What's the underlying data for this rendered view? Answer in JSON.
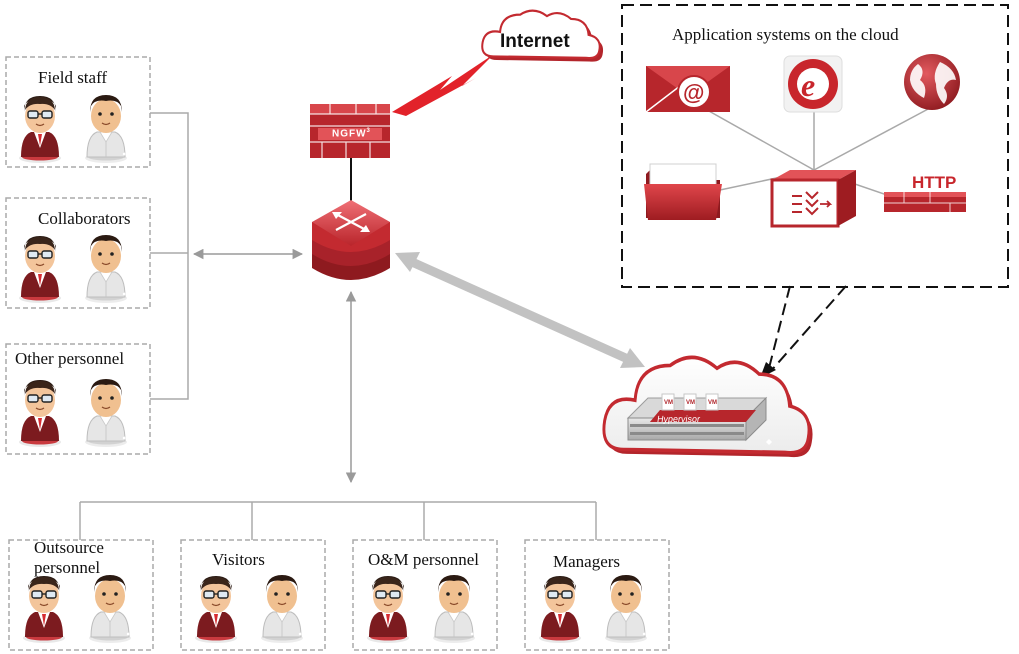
{
  "internet": {
    "label": "Internet"
  },
  "firewall": {
    "label": "NGFW",
    "superscript": "3"
  },
  "cloud_apps": {
    "title": "Application systems on the cloud",
    "http_label": "HTTP"
  },
  "hypervisor": {
    "label": "Hypervisor",
    "vm_labels": [
      "VM",
      "VM",
      "VM"
    ]
  },
  "groups": {
    "field_staff": "Field staff",
    "collaborators": "Collaborators",
    "other_personnel": "Other personnel",
    "outsource_personnel": "Outsource personnel",
    "visitors": "Visitors",
    "om_personnel": "O&M personnel",
    "managers": "Managers"
  },
  "colors": {
    "brand_red": "#c8262c",
    "dark_red": "#8e1a1f",
    "line_gray": "#aaaaaa",
    "arrow_gray": "#c2c2c2"
  }
}
